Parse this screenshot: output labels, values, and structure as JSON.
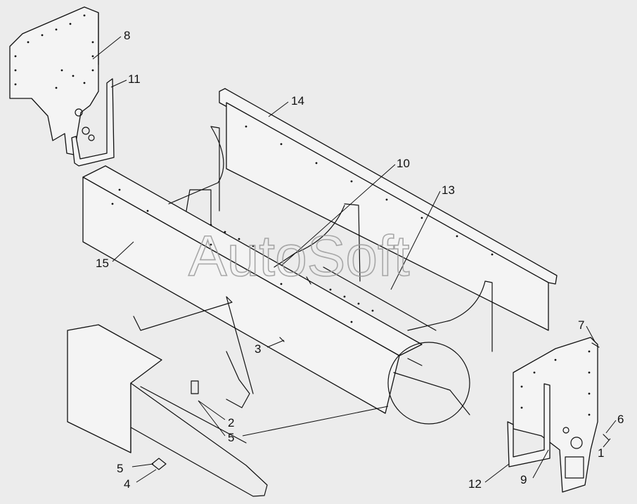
{
  "watermark": "AutoSoft",
  "callouts": [
    "8",
    "11",
    "14",
    "10",
    "13",
    "15",
    "3",
    "7",
    "2",
    "5",
    "6",
    "1",
    "5",
    "4",
    "12",
    "9"
  ]
}
